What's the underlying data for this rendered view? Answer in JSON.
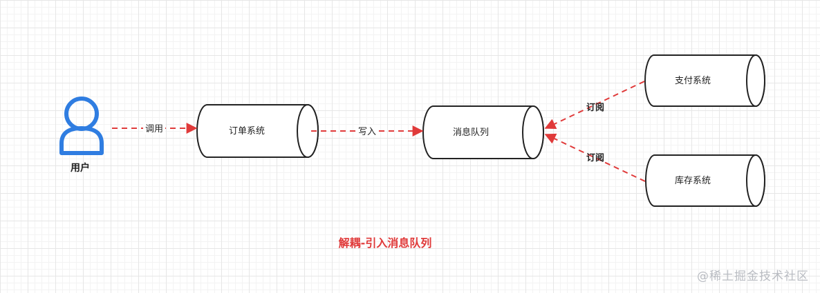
{
  "colors": {
    "edge": "#e03a3a",
    "user_icon": "#2f7de1",
    "node_stroke": "#222222",
    "caption": "#e03a3a"
  },
  "nodes": {
    "user": {
      "label": "用户",
      "icon": "user-icon"
    },
    "order_system": {
      "label": "订单系统"
    },
    "message_queue": {
      "label": "消息队列"
    },
    "payment_system": {
      "label": "支付系统"
    },
    "inventory_system": {
      "label": "库存系统"
    }
  },
  "edges": {
    "call": {
      "label": "调用"
    },
    "write": {
      "label": "写入"
    },
    "subscribe_payment": {
      "label": "订阅"
    },
    "subscribe_inventory": {
      "label": "订阅"
    }
  },
  "caption": "解耦-引入消息队列",
  "watermark": "@稀土掘金技术社区"
}
